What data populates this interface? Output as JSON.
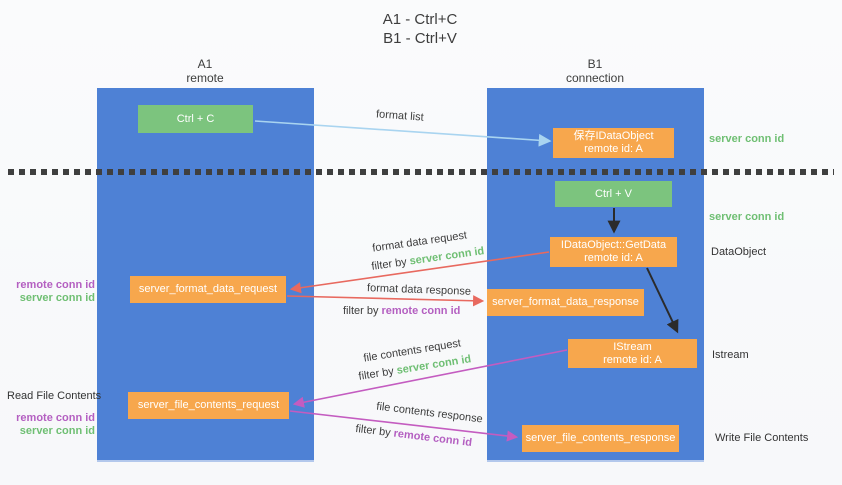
{
  "title": {
    "line1": "A1 - Ctrl+C",
    "line2": "B1 - Ctrl+V"
  },
  "columns": {
    "a": {
      "id": "A1",
      "subtitle": "remote"
    },
    "b": {
      "id": "B1",
      "subtitle": "connection"
    }
  },
  "nodes": {
    "ctrl_c": "Ctrl + C",
    "ctrl_v": "Ctrl + V",
    "save_idataobject": {
      "line1": "保存IDataObject",
      "line2": "remote id: A"
    },
    "getdata": {
      "line1": "IDataObject::GetData",
      "line2": "remote id: A"
    },
    "istream": {
      "line1": "IStream",
      "line2": "remote id: A"
    },
    "format_request": "server_format_data_request",
    "format_response": "server_format_data_response",
    "file_request": "server_file_contents_request",
    "file_response": "server_file_contents_response"
  },
  "arrow_labels": {
    "format_list": "format list",
    "format_data_request": "format data request",
    "format_data_response": "format data response",
    "file_contents_request": "file contents request",
    "file_contents_response": "file contents response",
    "filter_by": "filter by ",
    "server_conn_id": "server conn id",
    "remote_conn_id": "remote conn id"
  },
  "side_labels": {
    "server_conn_id_top": "server conn id",
    "server_conn_id_mid": "server conn id",
    "dataobject": "DataObject",
    "istream": "Istream",
    "write_file_contents": "Write File Contents",
    "read_file_contents": "Read File Contents",
    "left_mid": {
      "remote": "remote conn id",
      "server": "server conn id"
    },
    "left_bottom": {
      "remote": "remote conn id",
      "server": "server conn id"
    }
  },
  "colors": {
    "lane_blue": "#4e81d5",
    "node_green": "#7cc47e",
    "node_orange": "#f7a74d",
    "arrow_light_blue": "#a9d4f0",
    "arrow_black": "#2b2b2b",
    "arrow_salmon": "#e8695f",
    "arrow_magenta": "#c45cc0",
    "accent_green": "#6fbf73",
    "accent_purple": "#b45fc1",
    "divider_dark": "#3f3f3f"
  }
}
